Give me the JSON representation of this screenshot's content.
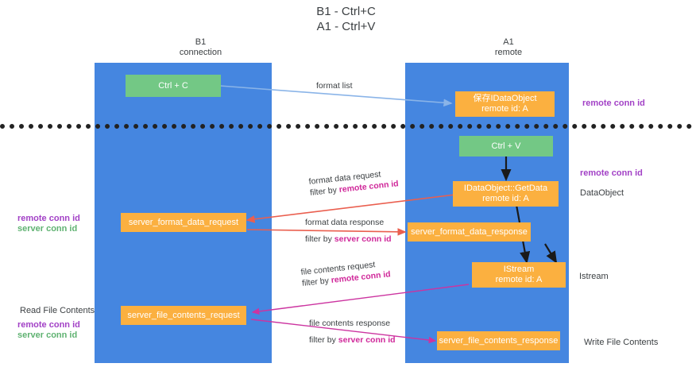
{
  "title": {
    "line1": "B1 - Ctrl+C",
    "line2": "A1 - Ctrl+V"
  },
  "columns": [
    {
      "name": "B1",
      "role": "connection"
    },
    {
      "name": "A1",
      "role": "remote"
    }
  ],
  "nodes": {
    "ctrl_c": {
      "line1": "Ctrl + C",
      "line2": "",
      "color": "#73c885"
    },
    "save_idataobject": {
      "line1": "保存IDataObject",
      "line2": "remote id: A",
      "color": "#fbb040"
    },
    "ctrl_v": {
      "line1": "Ctrl + V",
      "line2": "",
      "color": "#73c885"
    },
    "getdata": {
      "line1": "IDataObject::GetData",
      "line2": "remote id: A",
      "color": "#fbb040"
    },
    "server_format_data_request": {
      "line1": "server_format_data_request",
      "line2": "",
      "color": "#fbb040"
    },
    "server_format_data_response": {
      "line1": "server_format_data_response",
      "line2": "",
      "color": "#fbb040"
    },
    "istream": {
      "line1": "IStream",
      "line2": "remote id: A",
      "color": "#fbb040"
    },
    "server_file_contents_request": {
      "line1": "server_file_contents_request",
      "line2": "",
      "color": "#fbb040"
    },
    "server_file_contents_response": {
      "line1": "server_file_contents_response",
      "line2": "",
      "color": "#fbb040"
    }
  },
  "edge_captions": {
    "format_list": "format list",
    "format_data_request": "format data request",
    "format_data_request_filter_prefix": "filter by ",
    "format_data_request_filter_key": "remote conn id",
    "format_data_response": "format data response",
    "format_data_response_filter_prefix": "filter by ",
    "format_data_response_filter_key": "server conn id",
    "file_contents_request": "file contents request",
    "file_contents_request_filter_prefix": "filter by ",
    "file_contents_request_filter_key": "remote conn id",
    "file_contents_response": "file contents response",
    "file_contents_response_filter_prefix": "filter by ",
    "file_contents_response_filter_key": "server conn id"
  },
  "right_labels": {
    "remote_conn_id_top": "remote conn id",
    "remote_conn_id_mid": "remote conn id",
    "dataobject": "DataObject",
    "istream": "Istream",
    "write_file_contents": "Write File Contents"
  },
  "left_labels": {
    "remote_conn_id_mid": "remote conn id",
    "server_conn_id_mid": "server conn id",
    "read_file_contents": "Read File Contents",
    "remote_conn_id_bottom": "remote conn id",
    "server_conn_id_bottom": "server conn id"
  },
  "colors": {
    "lane": "#4586e0",
    "green_node": "#73c885",
    "orange_node": "#fbb040",
    "purple_text": "#a241c6",
    "green_text": "#5fb271",
    "magenta_text": "#d0289a",
    "arrow_blue": "#8ab4e8",
    "arrow_red": "#ea5f4f",
    "arrow_black": "#1a1a1a",
    "arrow_magenta": "#cc34a0",
    "divider": "#222222",
    "background": "#ffffff"
  }
}
